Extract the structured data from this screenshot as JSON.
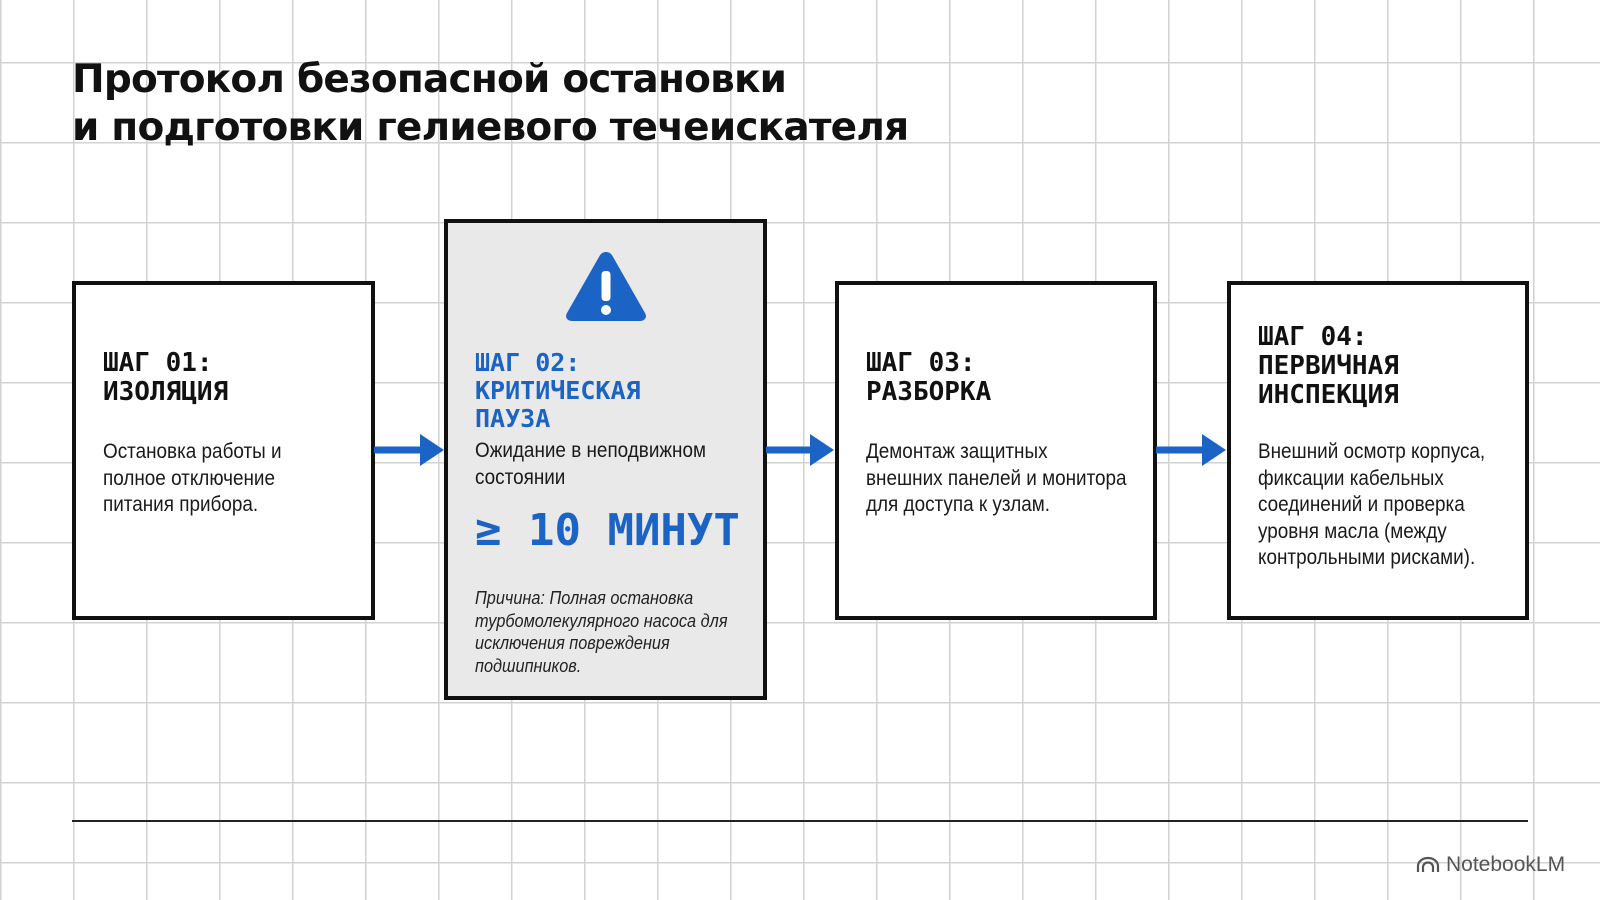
{
  "title": {
    "line1": "Протокол безопасной остановки",
    "line2": "и подготовки гелиевого течеискателя"
  },
  "steps": [
    {
      "label_line1": "ШАГ 01:",
      "label_line2": "ИЗОЛЯЦИЯ",
      "description": "Остановка работы и полное отключение питания прибора."
    },
    {
      "label_line1": "ШАГ 02:",
      "label_line2": "КРИТИЧЕСКАЯ",
      "label_line3": "ПАУЗА",
      "description": "Ожидание в неподвижном состоянии",
      "duration": "≥ 10 МИНУТ",
      "reason": "Причина: Полная остановка турбомолекулярного насоса для исключения повреждения подшипников.",
      "icon": "warning-icon",
      "accent_color": "#1b63c4",
      "background": "#e9e9e9"
    },
    {
      "label_line1": "ШАГ 03:",
      "label_line2": "РАЗБОРКА",
      "description": "Демонтаж защитных внешних панелей и монитора для доступа к узлам."
    },
    {
      "label_line1": "ШАГ 04:",
      "label_line2": "ПЕРВИЧНАЯ",
      "label_line3": "ИНСПЕКЦИЯ",
      "description": "Внешний осмотр корпуса, фиксации кабельных соединений и проверка уровня масла (между контрольными рисками)."
    }
  ],
  "connectors": {
    "icon": "arrow-right-icon",
    "color": "#1b63c4"
  },
  "brand": {
    "icon": "notebooklm-logo-icon",
    "text": "NotebookLM"
  }
}
